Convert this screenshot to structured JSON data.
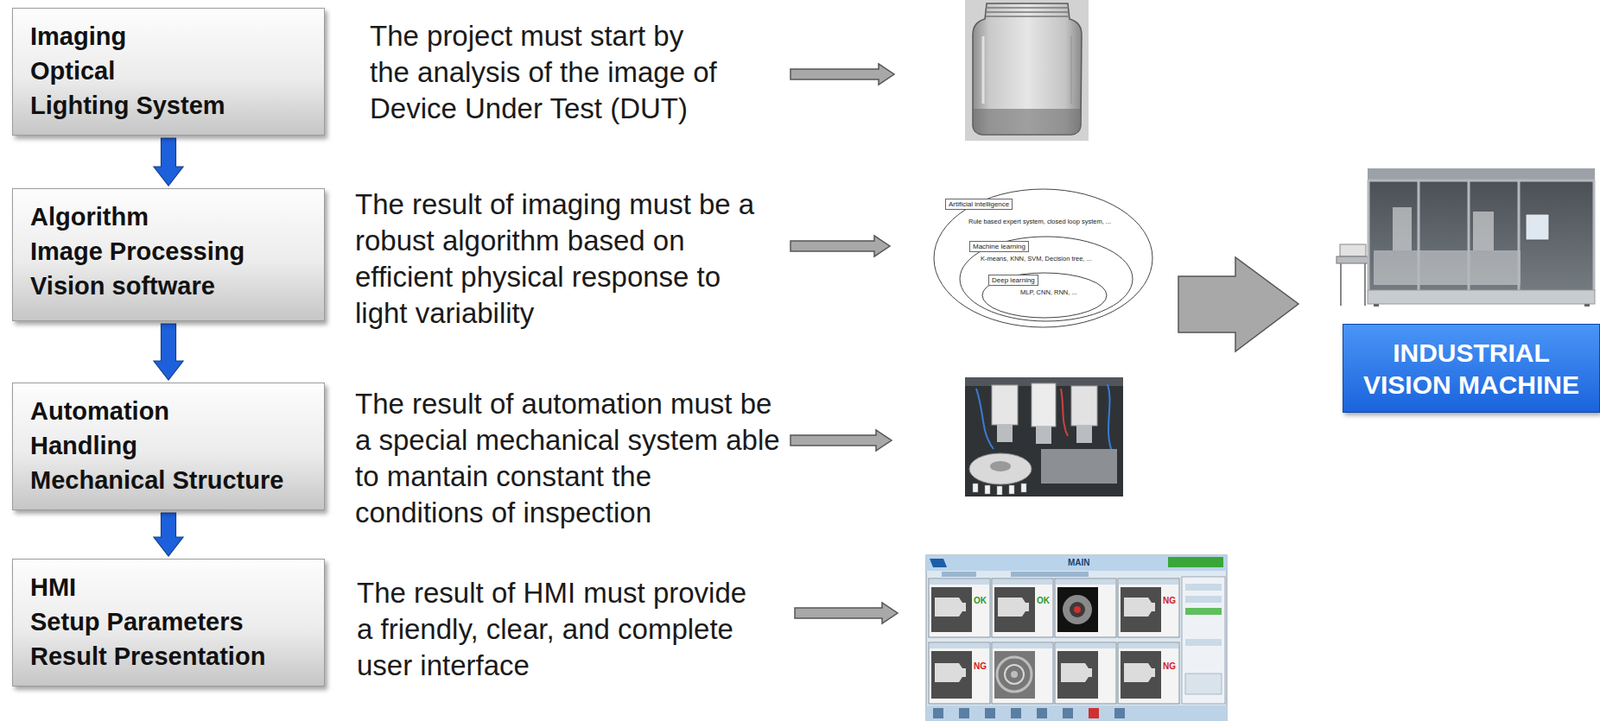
{
  "diagram": {
    "nodes": [
      {
        "text": [
          "Imaging",
          "Optical",
          "Lighting System"
        ]
      },
      {
        "text": [
          "Algorithm",
          "Image Processing",
          "Vision software"
        ]
      },
      {
        "text": [
          "Automation",
          "Handling",
          "Mechanical Structure"
        ]
      },
      {
        "text": [
          "HMI",
          "Setup Parameters",
          "Result Presentation"
        ]
      },
      {
        "text": [
          "Artificial intelligence",
          "Rule based expert system, closed loop system, ..."
        ]
      },
      {
        "text": [
          "Machine learning",
          "K-means, KNN, SVM, Decision tree, ..."
        ],
        "in": 4
      },
      {
        "text": [
          "Deep learning",
          "MLP, CNN, RNN, ..."
        ],
        "in": 5
      },
      {
        "text": [
          "INDUSTRIAL VISION MACHINE"
        ]
      }
    ],
    "edges": [
      {
        "from": 0,
        "to": 1,
        "arrow": "to"
      },
      {
        "from": 1,
        "to": 2,
        "arrow": "to"
      },
      {
        "from": 2,
        "to": 3,
        "arrow": "to"
      }
    ],
    "labels": [
      "The project must start by the analysis of the image of Device Under Test (DUT)",
      "The result of imaging must be a robust algorithm based on efficient physical response to light variability",
      "The result of automation must be a special mechanical system able to mantain constant the conditions of inspection",
      "The result of HMI must provide a friendly, clear, and complete user interface",
      "MAIN",
      "OK",
      "OK",
      "NG",
      "NG",
      "NG"
    ]
  }
}
